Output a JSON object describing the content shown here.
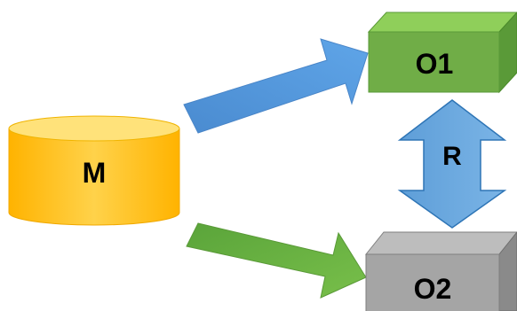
{
  "nodes": {
    "m": {
      "label": "M"
    },
    "o1": {
      "label": "O1"
    },
    "o2": {
      "label": "O2"
    }
  },
  "relation": {
    "label": "R"
  },
  "colors": {
    "cylinder_top": "#ffe27a",
    "cylinder_body": "#ffc60a",
    "cylinder_edge": "#f0a800",
    "o1_front": "#70ad47",
    "o1_top": "#8fcf5a",
    "o1_side": "#5a9a38",
    "o2_front": "#a5a5a5",
    "o2_top": "#bdbdbd",
    "o2_side": "#8a8a8a",
    "arrow_blue": "#5b9bd5",
    "arrow_green": "#70ad47",
    "arrow_r": "#6fa8dc",
    "arrow_r_stroke": "#2e75b6"
  }
}
